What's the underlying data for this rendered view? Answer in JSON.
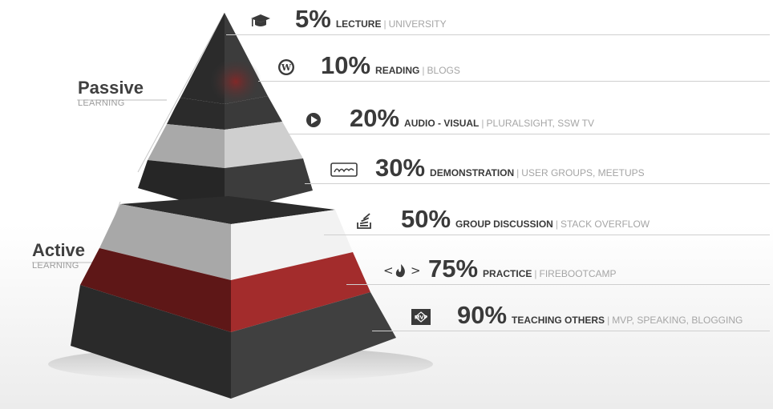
{
  "groups": {
    "passive": {
      "title": "Passive",
      "subtitle": "LEARNING"
    },
    "active": {
      "title": "Active",
      "subtitle": "LEARNING"
    }
  },
  "levels": [
    {
      "percent": "5%",
      "activity": "LECTURE",
      "examples": "UNIVERSITY",
      "icon": "graduation-cap-icon",
      "layer_color": "#3a3a3a"
    },
    {
      "percent": "10%",
      "activity": "READING",
      "examples": "BLOGS",
      "icon": "wordpress-icon",
      "layer_color": "#5a1a1a"
    },
    {
      "percent": "20%",
      "activity": "AUDIO - VISUAL",
      "examples": "PLURALSIGHT, SSW TV",
      "icon": "pluralsight-icon",
      "layer_color": "#cfcfcf"
    },
    {
      "percent": "30%",
      "activity": "DEMONSTRATION",
      "examples": "USER GROUPS, MEETUPS",
      "icon": "meetup-icon",
      "layer_color": "#3d3d3d"
    },
    {
      "percent": "50%",
      "activity": "GROUP DISCUSSION",
      "examples": "STACK OVERFLOW",
      "icon": "stack-overflow-icon",
      "layer_color": "#d6d6d6"
    },
    {
      "percent": "75%",
      "activity": "PRACTICE",
      "examples": "FIREBOOTCAMP",
      "icon": "firebootcamp-icon",
      "layer_color": "#a32c2c"
    },
    {
      "percent": "90%",
      "activity": "TEACHING OTHERS",
      "examples": "MVP, SPEAKING, BLOGGING",
      "icon": "mvp-icon",
      "layer_color": "#404040"
    }
  ],
  "separator": "|"
}
